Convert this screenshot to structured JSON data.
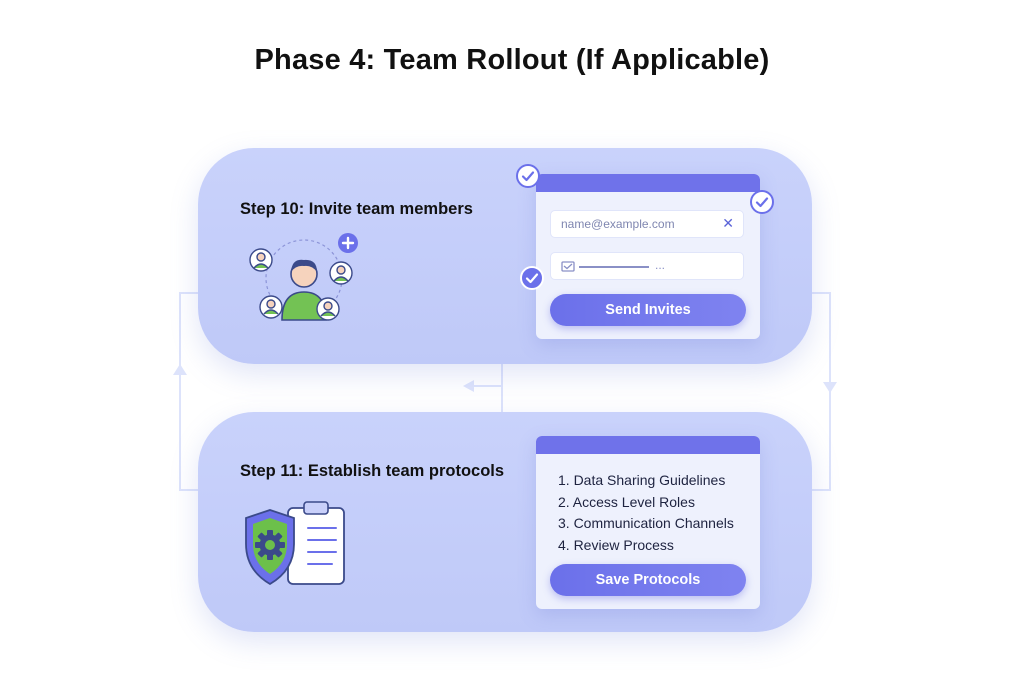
{
  "title": "Phase 4: Team Rollout (If Applicable)",
  "colors": {
    "card_background": "#c6cffa",
    "accent": "#6b70ea",
    "panel_background": "#eef1fd",
    "connector": "#dde3fb",
    "person_shirt": "#73c254",
    "shield_green": "#6cc04a"
  },
  "step10": {
    "label": "Step 10: Invite team members",
    "illustration_icon": "team-network-icon",
    "form": {
      "email_placeholder": "name@example.com",
      "clear_icon": "close-icon",
      "message_icon": "message-icon",
      "message_dots": "...",
      "button_label": "Send Invites"
    }
  },
  "step11": {
    "label": "Step 11: Establish team protocols",
    "illustration_icon": "shield-gear-clipboard-icon",
    "protocols": [
      "1. Data Sharing Guidelines",
      "2. Access Level Roles",
      "3. Communication Channels",
      "4. Review Process"
    ],
    "button_label": "Save Protocols"
  }
}
